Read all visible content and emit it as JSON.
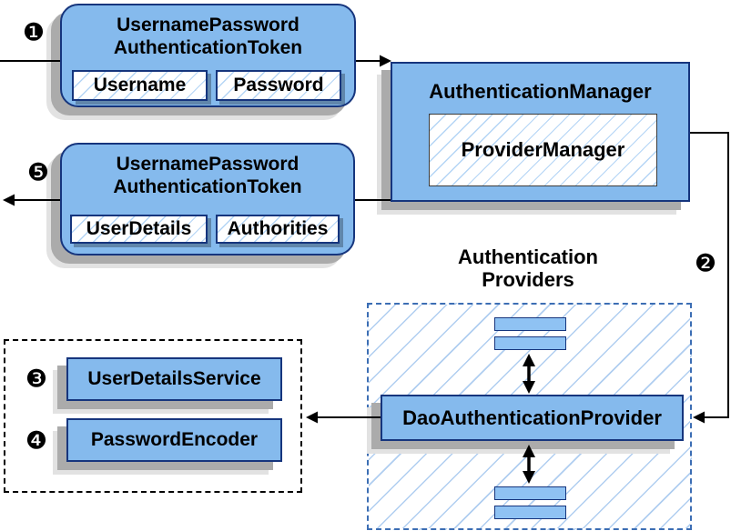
{
  "nodes": {
    "token_request": {
      "title_line1": "UsernamePassword",
      "title_line2": "AuthenticationToken",
      "fields": [
        "Username",
        "Password"
      ]
    },
    "auth_manager": {
      "title": "AuthenticationManager",
      "inner": "ProviderManager"
    },
    "token_response": {
      "title_line1": "UsernamePassword",
      "title_line2": "AuthenticationToken",
      "fields": [
        "UserDetails",
        "Authorities"
      ]
    },
    "providers_group": {
      "label_line1": "Authentication",
      "label_line2": "Providers"
    },
    "dao_provider": {
      "title": "DaoAuthenticationProvider"
    },
    "user_details_service": {
      "title": "UserDetailsService"
    },
    "password_encoder": {
      "title": "PasswordEncoder"
    }
  },
  "step_markers": {
    "one": "❶",
    "two": "❷",
    "three": "❸",
    "four": "❹",
    "five": "❺"
  },
  "colors": {
    "node_fill": "#85baed",
    "node_border": "#16357d",
    "hatch_line": "#8cbef0",
    "shadow_dark": "#ababab",
    "shadow_light": "#e2e2e2",
    "providers_dashed_border": "#3c6eb4",
    "services_dashed_border": "#000000",
    "arrow": "#000000"
  }
}
